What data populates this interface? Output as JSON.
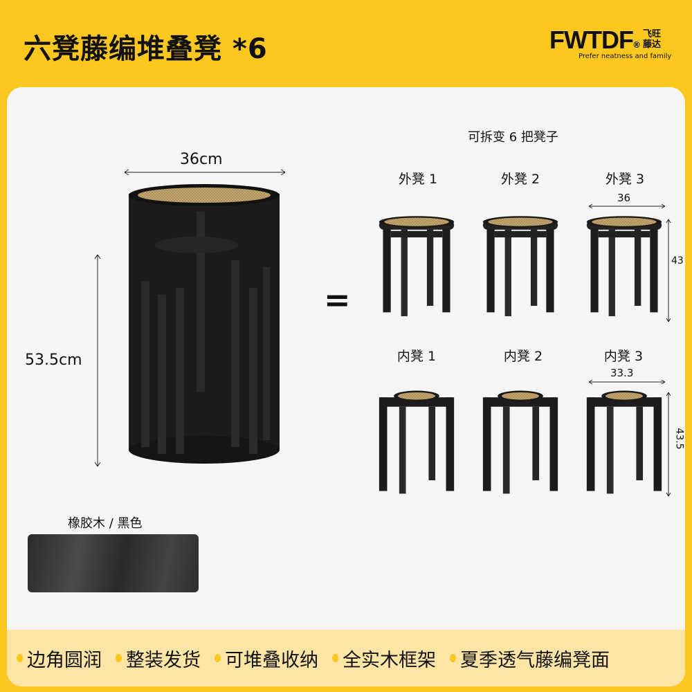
{
  "header": {
    "title": "六凳藤编堆叠凳 *6",
    "logo_mark": "FWTDF",
    "logo_cn": "飞旺藤达",
    "logo_slogan": "Prefer neatness and family"
  },
  "stack": {
    "width_label": "36cm",
    "height_label": "53.5cm",
    "equals": "="
  },
  "material": {
    "label": "橡胶木 / 黑色"
  },
  "split": {
    "title": "可拆变 6 把凳子",
    "outer": [
      {
        "label": "外凳 1"
      },
      {
        "label": "外凳 2"
      },
      {
        "label": "外凳 3"
      }
    ],
    "inner": [
      {
        "label": "内凳 1"
      },
      {
        "label": "内凳 2"
      },
      {
        "label": "内凳 3"
      }
    ],
    "outer_width": "36",
    "outer_height": "43",
    "inner_width": "33.3",
    "inner_height": "43.5"
  },
  "features": [
    "边角圆润",
    "整装发货",
    "可堆叠收纳",
    "全实木框架",
    "夏季透气藤编凳面"
  ],
  "colors": {
    "brand_yellow": "#fcc81f",
    "band": "#fde5a6",
    "wood": "#1f1f1f",
    "rattan": "#c9ab72"
  }
}
